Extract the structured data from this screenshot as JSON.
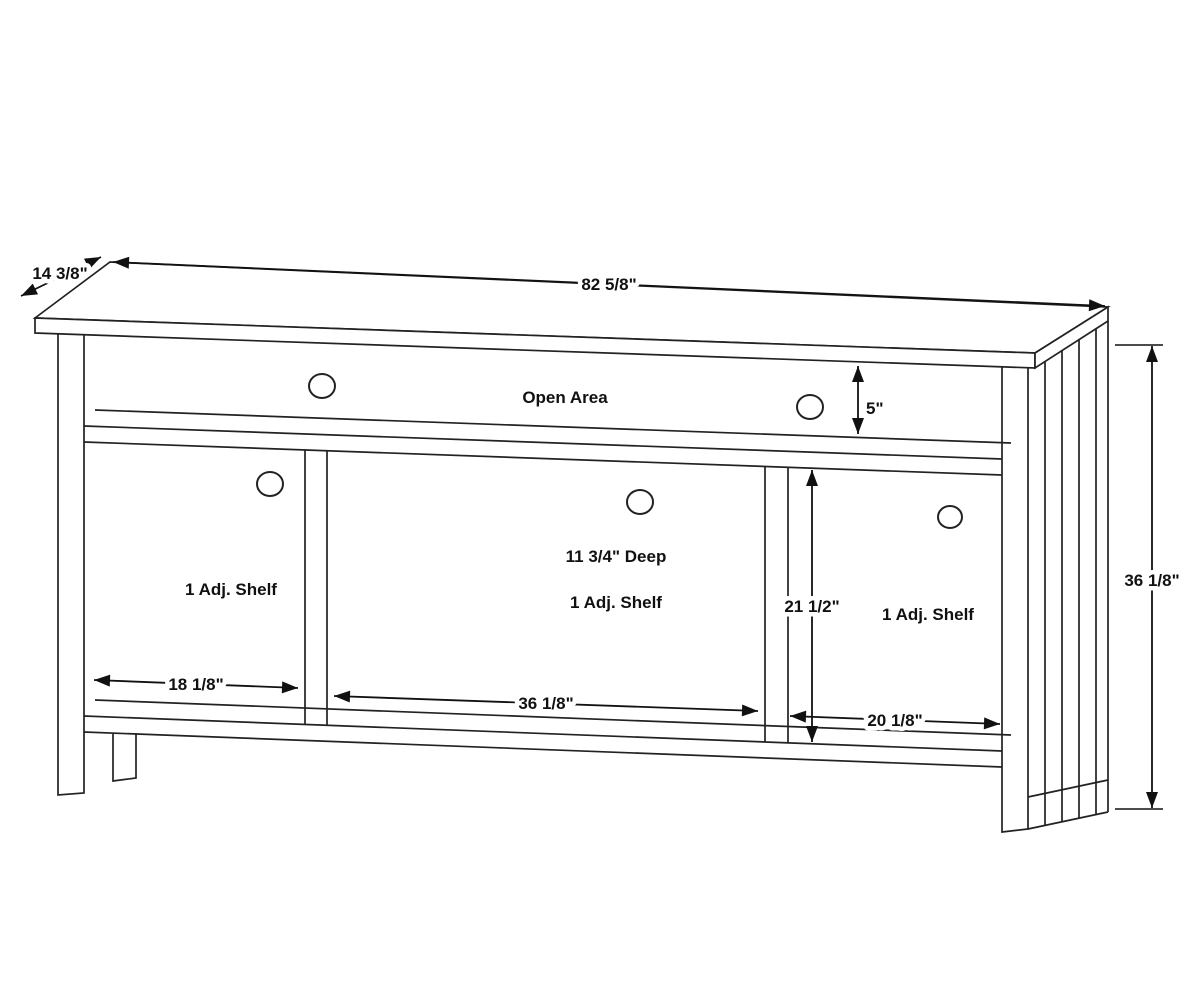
{
  "colors": {
    "background": "#ffffff",
    "line": "#222222",
    "text": "#111111"
  },
  "diagram": {
    "type": "furniture-dimension-drawing",
    "subject": "console-cabinet",
    "labels": {
      "top_width": "82 5/8\"",
      "top_depth": "14 3/8\"",
      "open_area": "Open Area",
      "open_area_height": "5\"",
      "overall_height": "36 1/8\"",
      "left_section_width": "18 1/8\"",
      "center_section_width": "36 1/8\"",
      "right_section_width": "20 1/8\"",
      "center_section_height": "21 1/2\"",
      "depth_note": "11 3/4\" Deep",
      "left_shelf_note": "1 Adj. Shelf",
      "center_shelf_note": "1 Adj. Shelf",
      "right_shelf_note": "1 Adj. Shelf"
    }
  }
}
